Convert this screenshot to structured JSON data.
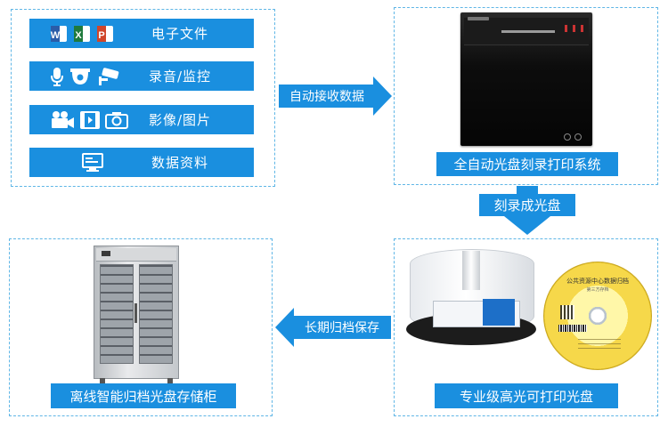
{
  "sources": [
    {
      "label": "电子文件",
      "icons": [
        "word-icon",
        "excel-icon",
        "powerpoint-icon"
      ]
    },
    {
      "label": "录音/监控",
      "icons": [
        "microphone-icon",
        "dome-camera-icon",
        "cctv-camera-icon"
      ]
    },
    {
      "label": "影像/图片",
      "icons": [
        "video-camera-icon",
        "film-icon",
        "photo-camera-icon"
      ]
    },
    {
      "label": "数据资料",
      "icons": [
        "computer-icon"
      ]
    }
  ],
  "arrows": {
    "receive": "自动接收数据",
    "burn": "刻录成光盘",
    "archive": "长期归档保存"
  },
  "captions": {
    "printer": "全自动光盘刻录打印系统",
    "discs": "专业级高光可打印光盘",
    "cabinet": "离线智能归档光盘存储柜"
  },
  "disc_label": {
    "title": "公共资源中心数据归档",
    "subtitle": "第三方存档"
  },
  "colors": {
    "accent": "#1a8fdf",
    "border": "#5fb6e6"
  }
}
